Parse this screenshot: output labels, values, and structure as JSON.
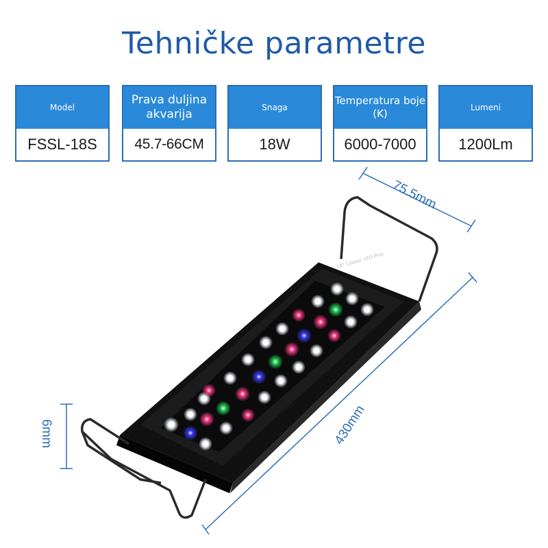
{
  "title": "Tehničke parametre",
  "specs": [
    {
      "label": "Model",
      "value": "FSSL-18S"
    },
    {
      "label": "Prava duljina akvarija",
      "value": "45.7-66CM"
    },
    {
      "label": "Snaga",
      "value": "18W"
    },
    {
      "label": "Temperatura boje (K)",
      "value": "6000-7000"
    },
    {
      "label": "Lumeni",
      "value": "1200Lm"
    }
  ],
  "dimensions": {
    "width": "75.5mm",
    "length": "430mm",
    "height": "6mm"
  },
  "colors": {
    "title": "#1f5aa8",
    "header_fill": "#2a8ad9",
    "border": "#2c6db5",
    "dimension_lines": "#2c6db5"
  }
}
